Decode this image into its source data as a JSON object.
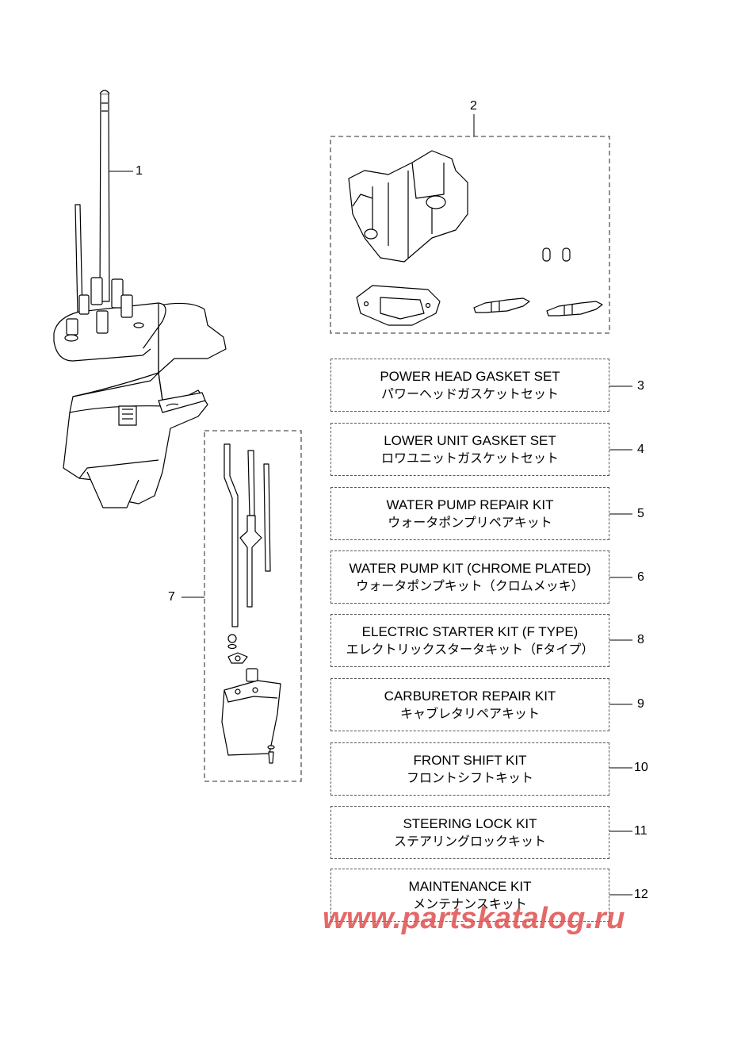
{
  "callouts": {
    "c1": "1",
    "c2": "2",
    "c3": "3",
    "c4": "4",
    "c5": "5",
    "c6": "6",
    "c7": "7",
    "c8": "8",
    "c9": "9",
    "c10": "10",
    "c11": "11",
    "c12": "12"
  },
  "kits": [
    {
      "en": "POWER HEAD GASKET SET",
      "ja": "パワーヘッドガスケットセット"
    },
    {
      "en": "LOWER UNIT GASKET SET",
      "ja": "ロワユニットガスケットセット"
    },
    {
      "en": "WATER PUMP REPAIR KIT",
      "ja": "ウォータポンプリペアキット"
    },
    {
      "en": "WATER PUMP KIT (CHROME PLATED)",
      "ja": "ウォータポンプキット（クロムメッキ）"
    },
    {
      "en": "ELECTRIC STARTER KIT (F TYPE)",
      "ja": "エレクトリックスタータキット（Fタイプ）"
    },
    {
      "en": "CARBURETOR REPAIR KIT",
      "ja": "キャブレタリペアキット"
    },
    {
      "en": "FRONT SHIFT KIT",
      "ja": "フロントシフトキット"
    },
    {
      "en": "STEERING LOCK KIT",
      "ja": "ステアリングロックキット"
    },
    {
      "en": "MAINTENANCE KIT",
      "ja": "メンテナンスキット"
    }
  ],
  "watermark": "www.partskatalog.ru",
  "colors": {
    "line": "#000000",
    "dash": "#555555",
    "watermark": "#e05050"
  }
}
